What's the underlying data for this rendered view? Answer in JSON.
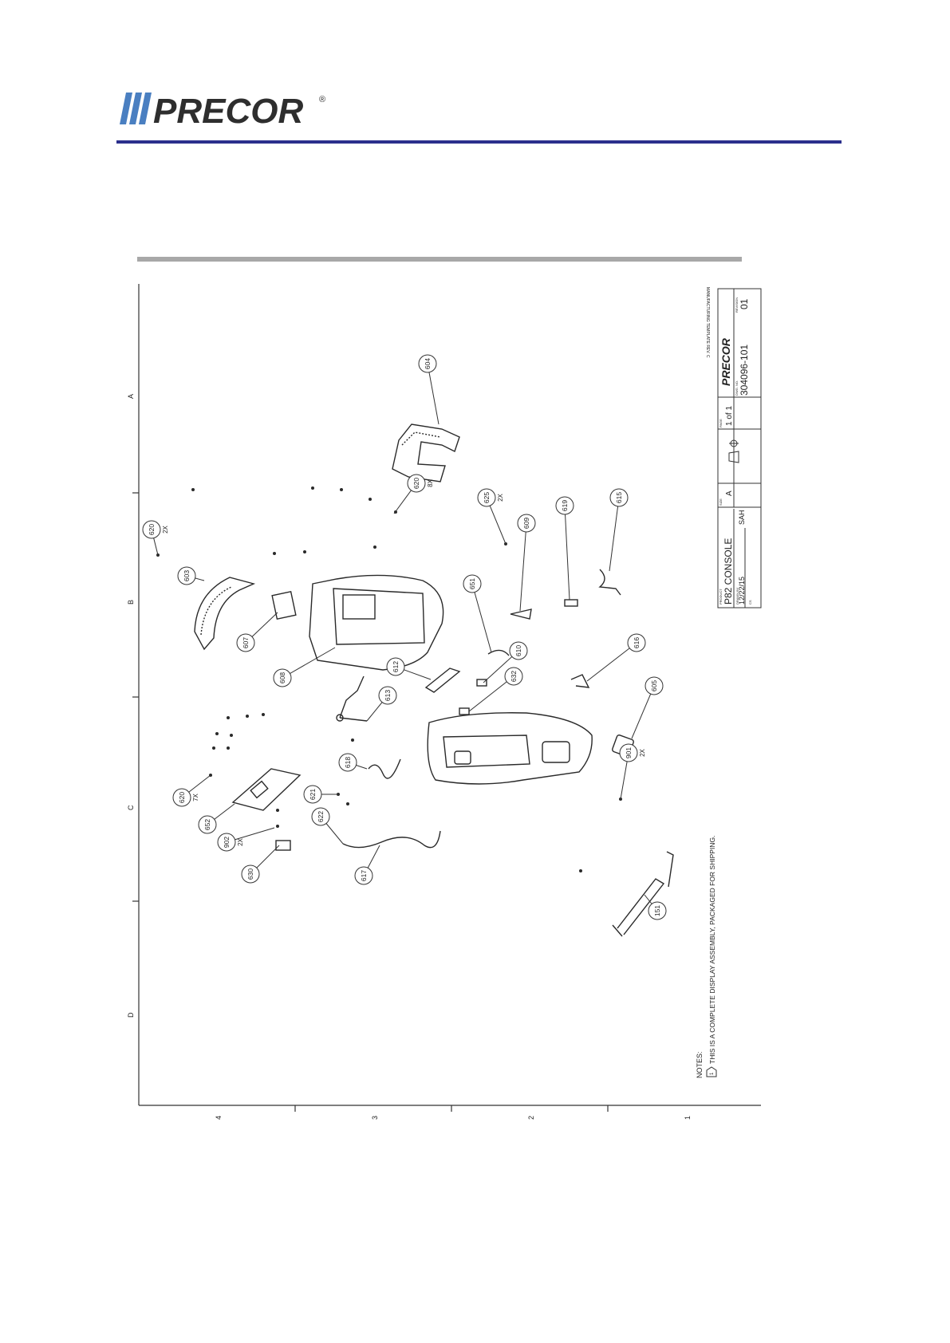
{
  "brand": {
    "name": "PRECOR",
    "mark": "®",
    "rule_color": "#2b2f8c"
  },
  "drawing": {
    "row_labels": [
      "A",
      "B",
      "C",
      "D"
    ],
    "column_labels": [
      "4",
      "3",
      "2",
      "1"
    ],
    "top_note": "MANUFACTURING TEMPLATE REV. C",
    "title_block": {
      "product_label": "PRODUCT",
      "product": "P82 CONSOLE",
      "drawn_by_label": "DRAWN BY",
      "drawn_by": "12/22/15",
      "drawn_by_initials": "SAH",
      "cs_label": "CS",
      "size_label": "SIZE",
      "size": "A",
      "page_label": "PAGE",
      "page": "1 of 1",
      "dwg_label": "DWG. NO.",
      "dwg_no": "304096-101",
      "rev_label": "REVISION",
      "rev": "01",
      "logo": "PRECOR"
    },
    "notes_label": "NOTES:",
    "note_1_number": "1",
    "note_1": "THIS IS A COMPLETE DISPLAY ASSEMBLY, PACKAGED FOR SHIPPING.",
    "callouts": [
      {
        "num": "604",
        "qty": ""
      },
      {
        "num": "620",
        "qty": "8X"
      },
      {
        "num": "625",
        "qty": "2X"
      },
      {
        "num": "609",
        "qty": ""
      },
      {
        "num": "619",
        "qty": ""
      },
      {
        "num": "615",
        "qty": ""
      },
      {
        "num": "620",
        "qty": "2X"
      },
      {
        "num": "603",
        "qty": ""
      },
      {
        "num": "607",
        "qty": ""
      },
      {
        "num": "608",
        "qty": ""
      },
      {
        "num": "651",
        "qty": ""
      },
      {
        "num": "612",
        "qty": ""
      },
      {
        "num": "610",
        "qty": ""
      },
      {
        "num": "632",
        "qty": ""
      },
      {
        "num": "616",
        "qty": ""
      },
      {
        "num": "613",
        "qty": ""
      },
      {
        "num": "605",
        "qty": ""
      },
      {
        "num": "618",
        "qty": ""
      },
      {
        "num": "901",
        "qty": "2X"
      },
      {
        "num": "620",
        "qty": "7X"
      },
      {
        "num": "621",
        "qty": ""
      },
      {
        "num": "652",
        "qty": ""
      },
      {
        "num": "622",
        "qty": ""
      },
      {
        "num": "902",
        "qty": "2X"
      },
      {
        "num": "630",
        "qty": ""
      },
      {
        "num": "617",
        "qty": ""
      },
      {
        "num": "151",
        "qty": ""
      }
    ]
  }
}
